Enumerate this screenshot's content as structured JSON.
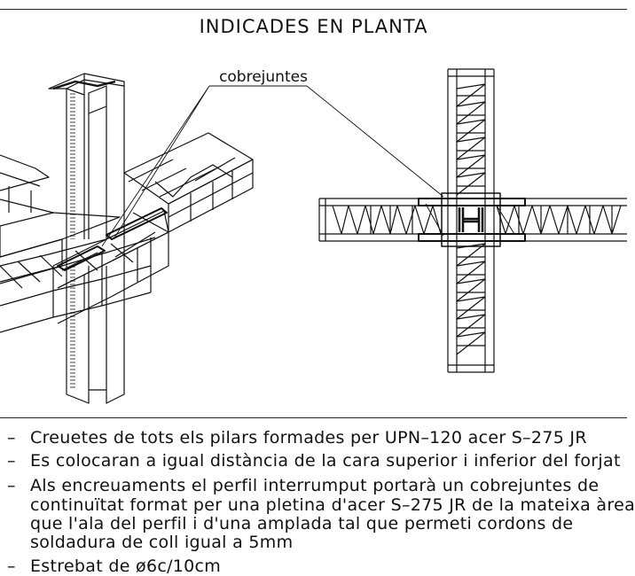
{
  "title": "INDICADES EN PLANTA",
  "callout_label": "cobrejuntes",
  "notes": [
    {
      "bullet": "–",
      "lines": [
        "Creuetes de tots els pilars formades per UPN–120 acer S–275 JR"
      ]
    },
    {
      "bullet": "–",
      "lines": [
        "Es colocaran a igual distància de la cara superior i inferior del forjat"
      ]
    },
    {
      "bullet": "–",
      "lines": [
        "Als encreuaments el perfil interrumput portarà un cobrejuntes de",
        "continuïtat format per una pletina d'acer S–275 JR de la mateixa àrea",
        "que l'ala del perfil i d'una amplada tal que permeti cordons de",
        "soldadura de coll igual a 5mm"
      ]
    },
    {
      "bullet": "–",
      "lines": [
        "Estrebat de ø6c/10cm"
      ]
    }
  ]
}
